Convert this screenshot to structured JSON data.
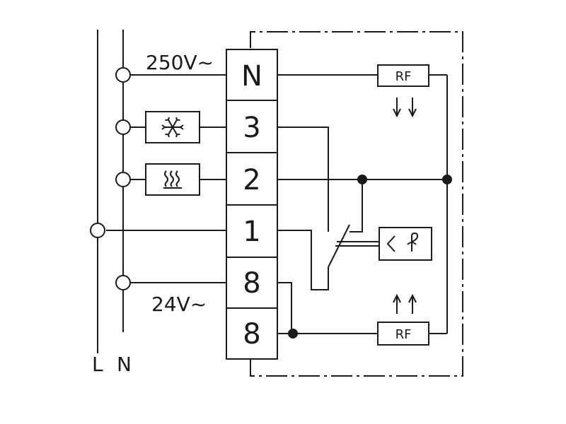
{
  "supply": {
    "voltage_main": "250V~",
    "voltage_low": "24V~",
    "line_label": "L",
    "neutral_label": "N"
  },
  "terminals": [
    "N",
    "3",
    "2",
    "1",
    "8",
    "8"
  ],
  "modules": {
    "rf_top": "RF",
    "rf_bottom": "RF"
  },
  "icons": {
    "cooling": "snowflake-icon",
    "heating": "heat-waves-icon",
    "sensor": "temperature-sensor-icon"
  }
}
